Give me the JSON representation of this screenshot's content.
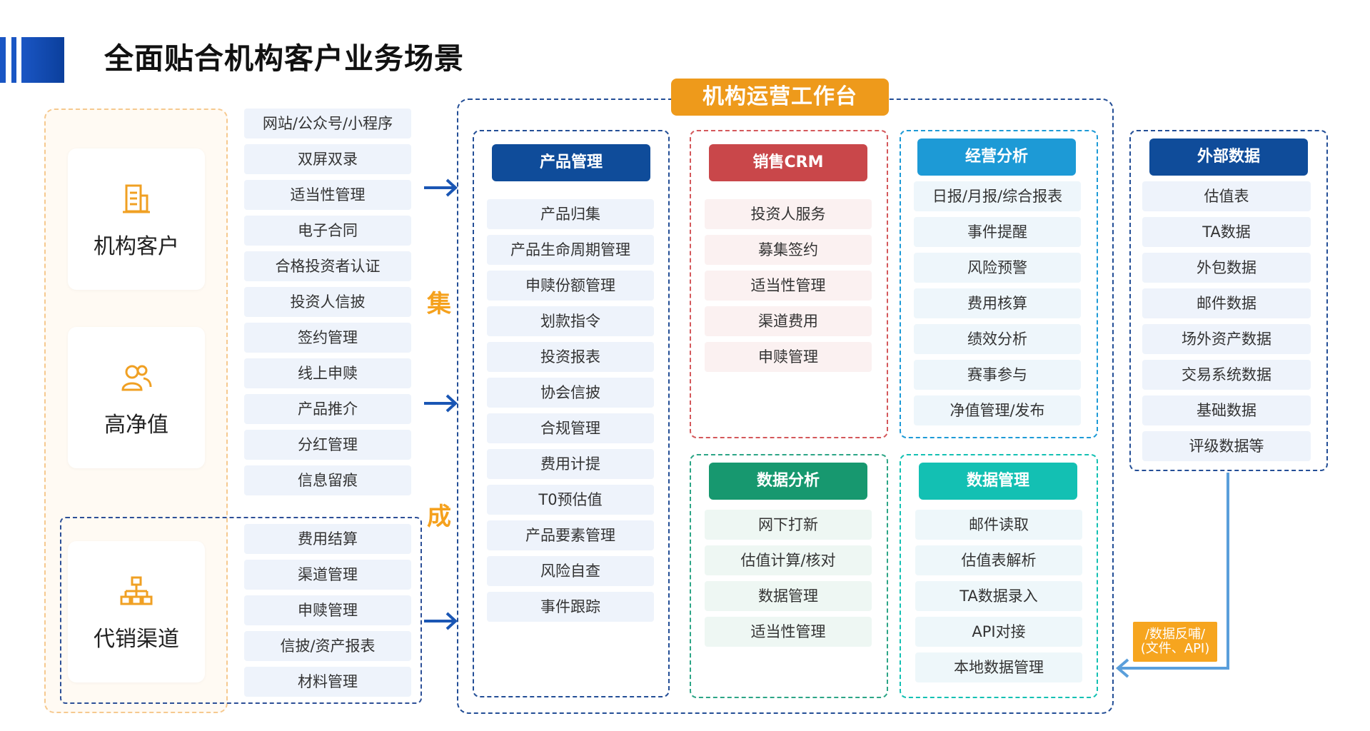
{
  "page": {
    "title": "全面贴合机构客户业务场景"
  },
  "clients": [
    {
      "label": "机构客户",
      "icon": "building-icon"
    },
    {
      "label": "高净值",
      "icon": "users-icon"
    },
    {
      "label": "代销渠道",
      "icon": "org-chart-icon"
    }
  ],
  "scenarios": [
    "网站/公众号/小程序",
    "双屏双录",
    "适当性管理",
    "电子合同",
    "合格投资者认证",
    "投资人信披",
    "签约管理",
    "线上申赎",
    "产品推介",
    "分红管理",
    "信息留痕"
  ],
  "channel_scenarios": [
    "费用结算",
    "渠道管理",
    "申赎管理",
    "信披/资产报表",
    "材料管理"
  ],
  "integration": {
    "char1": "集",
    "char2": "成"
  },
  "workbench": {
    "title": "机构运营工作台",
    "product": {
      "header": "产品管理",
      "items": [
        "产品归集",
        "产品生命周期管理",
        "申赎份额管理",
        "划款指令",
        "投资报表",
        "协会信披",
        "合规管理",
        "费用计提",
        "T0预估值",
        "产品要素管理",
        "风险自查",
        "事件跟踪"
      ]
    },
    "crm": {
      "header": "销售CRM",
      "items": [
        "投资人服务",
        "募集签约",
        "适当性管理",
        "渠道费用",
        "申赎管理"
      ]
    },
    "ops_analysis": {
      "header": "经营分析",
      "items": [
        "日报/月报/综合报表",
        "事件提醒",
        "风险预警",
        "费用核算",
        "绩效分析",
        "赛事参与",
        "净值管理/发布"
      ]
    },
    "data_analysis": {
      "header": "数据分析",
      "items": [
        "网下打新",
        "估值计算/核对",
        "数据管理",
        "适当性管理"
      ]
    },
    "data_mgmt": {
      "header": "数据管理",
      "items": [
        "邮件读取",
        "估值表解析",
        "TA数据录入",
        "API对接",
        "本地数据管理"
      ]
    }
  },
  "external": {
    "header": "外部数据",
    "items": [
      "估值表",
      "TA数据",
      "外包数据",
      "邮件数据",
      "场外资产数据",
      "交易系统数据",
      "基础数据",
      "评级数据等"
    ]
  },
  "feedback": {
    "line1": "/数据反哺/",
    "line2": "(文件、API)"
  },
  "colors": {
    "navy": "#0f4c9a",
    "crm_red": "#c9474a",
    "analysis_blue": "#1d9ad6",
    "data_green": "#17986f",
    "data_teal": "#13c0b3",
    "orange": "#ee9a1b"
  }
}
